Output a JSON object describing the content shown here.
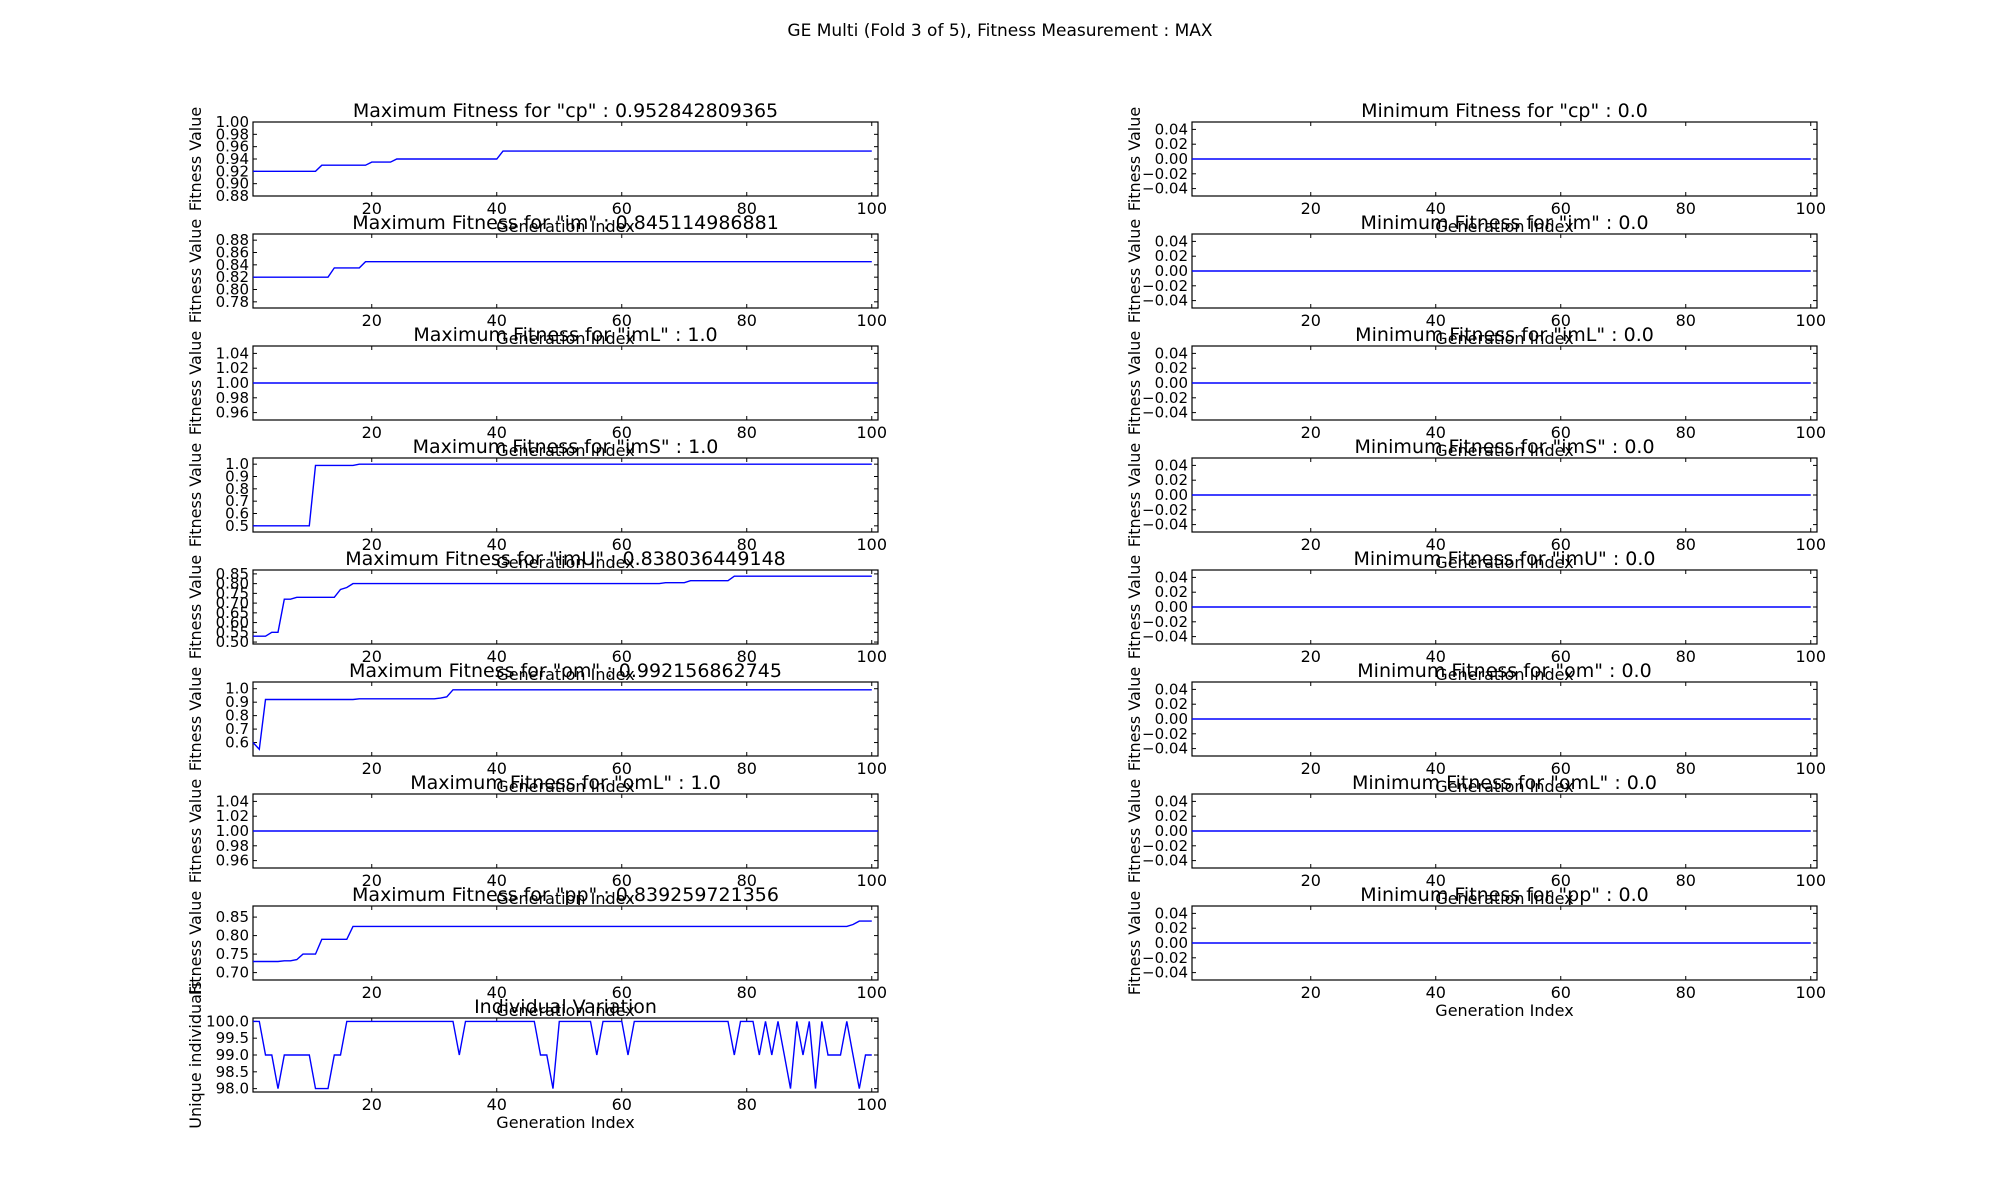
{
  "figure": {
    "suptitle": "GE Multi (Fold 3 of 5), Fitness Measurement : MAX"
  },
  "chart_data": [
    {
      "type": "line",
      "title": "Maximum Fitness for \"cp\" : 0.952842809365",
      "xlabel": "Generation Index",
      "ylabel": "Fitness Value",
      "xlim": [
        1,
        101
      ],
      "ylim": [
        0.88,
        1.0
      ],
      "xticks": [
        20,
        40,
        60,
        80,
        100
      ],
      "yticks": [
        0.88,
        0.9,
        0.92,
        0.94,
        0.96,
        0.98,
        1.0
      ],
      "yticklabels": [
        "0.88",
        "0.90",
        "0.92",
        "0.94",
        "0.96",
        "0.98",
        "1.00"
      ],
      "color": "#0000ff",
      "x": [
        1,
        11,
        12,
        19,
        20,
        23,
        24,
        40,
        41,
        100
      ],
      "y": [
        0.92,
        0.92,
        0.93,
        0.93,
        0.935,
        0.935,
        0.94,
        0.94,
        0.952842809365,
        0.952842809365
      ]
    },
    {
      "type": "line",
      "title": "Minimum Fitness for \"cp\" : 0.0",
      "xlabel": "Generation Index",
      "ylabel": "Fitness Value",
      "xlim": [
        1,
        101
      ],
      "ylim": [
        -0.05,
        0.05
      ],
      "xticks": [
        20,
        40,
        60,
        80,
        100
      ],
      "yticks": [
        -0.04,
        -0.02,
        0,
        0.02,
        0.04
      ],
      "yticklabels": [
        "−0.04",
        "−0.02",
        "0.00",
        "0.02",
        "0.04"
      ],
      "color": "#0000ff",
      "x": [
        1,
        100
      ],
      "y": [
        0,
        0
      ]
    },
    {
      "type": "line",
      "title": "Maximum Fitness for \"im\" : 0.845114986881",
      "xlabel": "Generation Index",
      "ylabel": "Fitness Value",
      "xlim": [
        1,
        101
      ],
      "ylim": [
        0.77,
        0.89
      ],
      "xticks": [
        20,
        40,
        60,
        80,
        100
      ],
      "yticks": [
        0.78,
        0.8,
        0.82,
        0.84,
        0.86,
        0.88
      ],
      "yticklabels": [
        "0.78",
        "0.80",
        "0.82",
        "0.84",
        "0.86",
        "0.88"
      ],
      "color": "#0000ff",
      "x": [
        1,
        13,
        14,
        18,
        19,
        100
      ],
      "y": [
        0.82,
        0.82,
        0.835,
        0.835,
        0.845114986881,
        0.845114986881
      ]
    },
    {
      "type": "line",
      "title": "Minimum Fitness for \"im\" : 0.0",
      "xlabel": "Generation Index",
      "ylabel": "Fitness Value",
      "xlim": [
        1,
        101
      ],
      "ylim": [
        -0.05,
        0.05
      ],
      "xticks": [
        20,
        40,
        60,
        80,
        100
      ],
      "yticks": [
        -0.04,
        -0.02,
        0,
        0.02,
        0.04
      ],
      "yticklabels": [
        "−0.04",
        "−0.02",
        "0.00",
        "0.02",
        "0.04"
      ],
      "color": "#0000ff",
      "x": [
        1,
        100
      ],
      "y": [
        0,
        0
      ]
    },
    {
      "type": "line",
      "title": "Maximum Fitness for \"imL\" : 1.0",
      "xlabel": "Generation Index",
      "ylabel": "Fitness Value",
      "xlim": [
        1,
        101
      ],
      "ylim": [
        0.95,
        1.05
      ],
      "xticks": [
        20,
        40,
        60,
        80,
        100
      ],
      "yticks": [
        0.96,
        0.98,
        1.0,
        1.02,
        1.04
      ],
      "yticklabels": [
        "0.96",
        "0.98",
        "1.00",
        "1.02",
        "1.04"
      ],
      "color": "#0000ff",
      "x": [
        1,
        101
      ],
      "y": [
        1.0,
        1.0
      ]
    },
    {
      "type": "line",
      "title": "Minimum Fitness for \"imL\" : 0.0",
      "xlabel": "Generation Index",
      "ylabel": "Fitness Value",
      "xlim": [
        1,
        101
      ],
      "ylim": [
        -0.05,
        0.05
      ],
      "xticks": [
        20,
        40,
        60,
        80,
        100
      ],
      "yticks": [
        -0.04,
        -0.02,
        0,
        0.02,
        0.04
      ],
      "yticklabels": [
        "−0.04",
        "−0.02",
        "0.00",
        "0.02",
        "0.04"
      ],
      "color": "#0000ff",
      "x": [
        1,
        100
      ],
      "y": [
        0,
        0
      ]
    },
    {
      "type": "line",
      "title": "Maximum Fitness for \"imS\" : 1.0",
      "xlabel": "Generation Index",
      "ylabel": "Fitness Value",
      "xlim": [
        1,
        101
      ],
      "ylim": [
        0.45,
        1.05
      ],
      "xticks": [
        20,
        40,
        60,
        80,
        100
      ],
      "yticks": [
        0.5,
        0.6,
        0.7,
        0.8,
        0.9,
        1.0
      ],
      "yticklabels": [
        "0.5",
        "0.6",
        "0.7",
        "0.8",
        "0.9",
        "1.0"
      ],
      "color": "#0000ff",
      "x": [
        1,
        10,
        11,
        17,
        18,
        100
      ],
      "y": [
        0.5,
        0.5,
        0.99,
        0.99,
        1.0,
        1.0
      ]
    },
    {
      "type": "line",
      "title": "Minimum Fitness for \"imS\" : 0.0",
      "xlabel": "Generation Index",
      "ylabel": "Fitness Value",
      "xlim": [
        1,
        101
      ],
      "ylim": [
        -0.05,
        0.05
      ],
      "xticks": [
        20,
        40,
        60,
        80,
        100
      ],
      "yticks": [
        -0.04,
        -0.02,
        0,
        0.02,
        0.04
      ],
      "yticklabels": [
        "−0.04",
        "−0.02",
        "0.00",
        "0.02",
        "0.04"
      ],
      "color": "#0000ff",
      "x": [
        1,
        100
      ],
      "y": [
        0,
        0
      ]
    },
    {
      "type": "line",
      "title": "Maximum Fitness for \"imU\" : 0.838036449148",
      "xlabel": "Generation Index",
      "ylabel": "Fitness Value",
      "xlim": [
        1,
        101
      ],
      "ylim": [
        0.49,
        0.87
      ],
      "xticks": [
        20,
        40,
        60,
        80,
        100
      ],
      "yticks": [
        0.5,
        0.55,
        0.6,
        0.65,
        0.7,
        0.75,
        0.8,
        0.85
      ],
      "yticklabels": [
        "0.50",
        "0.55",
        "0.60",
        "0.65",
        "0.70",
        "0.75",
        "0.80",
        "0.85"
      ],
      "color": "#0000ff",
      "x": [
        1,
        3,
        4,
        5,
        6,
        7,
        8,
        14,
        15,
        16,
        17,
        66,
        67,
        70,
        71,
        77,
        78,
        100
      ],
      "y": [
        0.53,
        0.53,
        0.55,
        0.55,
        0.72,
        0.72,
        0.73,
        0.73,
        0.77,
        0.78,
        0.8,
        0.8,
        0.805,
        0.805,
        0.815,
        0.815,
        0.838036449148,
        0.838036449148
      ]
    },
    {
      "type": "line",
      "title": "Minimum Fitness for \"imU\" : 0.0",
      "xlabel": "Generation Index",
      "ylabel": "Fitness Value",
      "xlim": [
        1,
        101
      ],
      "ylim": [
        -0.05,
        0.05
      ],
      "xticks": [
        20,
        40,
        60,
        80,
        100
      ],
      "yticks": [
        -0.04,
        -0.02,
        0,
        0.02,
        0.04
      ],
      "yticklabels": [
        "−0.04",
        "−0.02",
        "0.00",
        "0.02",
        "0.04"
      ],
      "color": "#0000ff",
      "x": [
        1,
        100
      ],
      "y": [
        0,
        0
      ]
    },
    {
      "type": "line",
      "title": "Maximum Fitness for \"om\" : 0.992156862745",
      "xlabel": "Generation Index",
      "ylabel": "Fitness Value",
      "xlim": [
        1,
        101
      ],
      "ylim": [
        0.5,
        1.05
      ],
      "xticks": [
        20,
        40,
        60,
        80,
        100
      ],
      "yticks": [
        0.6,
        0.7,
        0.8,
        0.9,
        1.0
      ],
      "yticklabels": [
        "0.6",
        "0.7",
        "0.8",
        "0.9",
        "1.0"
      ],
      "color": "#0000ff",
      "x": [
        1,
        2,
        3,
        17,
        18,
        30,
        31,
        32,
        33,
        100
      ],
      "y": [
        0.6,
        0.55,
        0.92,
        0.92,
        0.925,
        0.925,
        0.93,
        0.94,
        0.992156862745,
        0.992156862745
      ]
    },
    {
      "type": "line",
      "title": "Minimum Fitness for \"om\" : 0.0",
      "xlabel": "Generation Index",
      "ylabel": "Fitness Value",
      "xlim": [
        1,
        101
      ],
      "ylim": [
        -0.05,
        0.05
      ],
      "xticks": [
        20,
        40,
        60,
        80,
        100
      ],
      "yticks": [
        -0.04,
        -0.02,
        0,
        0.02,
        0.04
      ],
      "yticklabels": [
        "−0.04",
        "−0.02",
        "0.00",
        "0.02",
        "0.04"
      ],
      "color": "#0000ff",
      "x": [
        1,
        100
      ],
      "y": [
        0,
        0
      ]
    },
    {
      "type": "line",
      "title": "Maximum Fitness for \"omL\" : 1.0",
      "xlabel": "Generation Index",
      "ylabel": "Fitness Value",
      "xlim": [
        1,
        101
      ],
      "ylim": [
        0.95,
        1.05
      ],
      "xticks": [
        20,
        40,
        60,
        80,
        100
      ],
      "yticks": [
        0.96,
        0.98,
        1.0,
        1.02,
        1.04
      ],
      "yticklabels": [
        "0.96",
        "0.98",
        "1.00",
        "1.02",
        "1.04"
      ],
      "color": "#0000ff",
      "x": [
        1,
        101
      ],
      "y": [
        1.0,
        1.0
      ]
    },
    {
      "type": "line",
      "title": "Minimum Fitness for \"omL\" : 0.0",
      "xlabel": "Generation Index",
      "ylabel": "Fitness Value",
      "xlim": [
        1,
        101
      ],
      "ylim": [
        -0.05,
        0.05
      ],
      "xticks": [
        20,
        40,
        60,
        80,
        100
      ],
      "yticks": [
        -0.04,
        -0.02,
        0,
        0.02,
        0.04
      ],
      "yticklabels": [
        "−0.04",
        "−0.02",
        "0.00",
        "0.02",
        "0.04"
      ],
      "color": "#0000ff",
      "x": [
        1,
        100
      ],
      "y": [
        0,
        0
      ]
    },
    {
      "type": "line",
      "title": "Maximum Fitness for \"pp\" : 0.839259721356",
      "xlabel": "Generation Index",
      "ylabel": "Fitness Value",
      "xlim": [
        1,
        101
      ],
      "ylim": [
        0.68,
        0.88
      ],
      "xticks": [
        20,
        40,
        60,
        80,
        100
      ],
      "yticks": [
        0.7,
        0.75,
        0.8,
        0.85
      ],
      "yticklabels": [
        "0.70",
        "0.75",
        "0.80",
        "0.85"
      ],
      "color": "#0000ff",
      "x": [
        1,
        5,
        6,
        7,
        8,
        9,
        10,
        11,
        12,
        13,
        16,
        17,
        96,
        97,
        98,
        100
      ],
      "y": [
        0.73,
        0.73,
        0.732,
        0.732,
        0.735,
        0.75,
        0.75,
        0.75,
        0.79,
        0.79,
        0.79,
        0.825,
        0.825,
        0.83,
        0.839259721356,
        0.839259721356
      ]
    },
    {
      "type": "line",
      "title": "Minimum Fitness for \"pp\" : 0.0",
      "xlabel": "Generation Index",
      "ylabel": "Fitness Value",
      "xlim": [
        1,
        101
      ],
      "ylim": [
        -0.05,
        0.05
      ],
      "xticks": [
        20,
        40,
        60,
        80,
        100
      ],
      "yticks": [
        -0.04,
        -0.02,
        0,
        0.02,
        0.04
      ],
      "yticklabels": [
        "−0.04",
        "−0.02",
        "0.00",
        "0.02",
        "0.04"
      ],
      "color": "#0000ff",
      "x": [
        1,
        100
      ],
      "y": [
        0,
        0
      ]
    },
    {
      "type": "line",
      "title": "Individual Variation",
      "xlabel": "Generation Index",
      "ylabel": "Unique individuals",
      "xlim": [
        1,
        101
      ],
      "ylim": [
        97.9,
        100.1
      ],
      "xticks": [
        20,
        40,
        60,
        80,
        100
      ],
      "yticks": [
        98.0,
        98.5,
        99.0,
        99.5,
        100.0
      ],
      "yticklabels": [
        "98.0",
        "98.5",
        "99.0",
        "99.5",
        "100.0"
      ],
      "color": "#0000ff",
      "x": [
        1,
        2,
        3,
        4,
        5,
        6,
        7,
        8,
        9,
        10,
        11,
        12,
        13,
        14,
        15,
        16,
        17,
        18,
        19,
        20,
        21,
        22,
        23,
        24,
        25,
        26,
        27,
        28,
        29,
        30,
        31,
        32,
        33,
        34,
        35,
        36,
        37,
        38,
        39,
        40,
        41,
        42,
        43,
        44,
        45,
        46,
        47,
        48,
        49,
        50,
        51,
        52,
        53,
        54,
        55,
        56,
        57,
        58,
        59,
        60,
        61,
        62,
        63,
        64,
        65,
        66,
        67,
        68,
        69,
        70,
        71,
        72,
        73,
        74,
        75,
        76,
        77,
        78,
        79,
        80,
        81,
        82,
        83,
        84,
        85,
        86,
        87,
        88,
        89,
        90,
        91,
        92,
        93,
        94,
        95,
        96,
        97,
        98,
        99,
        100
      ],
      "y": [
        100,
        100,
        99,
        99,
        98,
        99,
        99,
        99,
        99,
        99,
        98,
        98,
        98,
        99,
        99,
        100,
        100,
        100,
        100,
        100,
        100,
        100,
        100,
        100,
        100,
        100,
        100,
        100,
        100,
        100,
        100,
        100,
        100,
        99,
        100,
        100,
        100,
        100,
        100,
        100,
        100,
        100,
        100,
        100,
        100,
        100,
        99,
        99,
        98,
        100,
        100,
        100,
        100,
        100,
        100,
        99,
        100,
        100,
        100,
        100,
        99,
        100,
        100,
        100,
        100,
        100,
        100,
        100,
        100,
        100,
        100,
        100,
        100,
        100,
        100,
        100,
        100,
        99,
        100,
        100,
        100,
        99,
        100,
        99,
        100,
        99,
        98,
        100,
        99,
        100,
        98,
        100,
        99,
        99,
        99,
        100,
        99,
        98,
        99,
        99
      ]
    }
  ]
}
